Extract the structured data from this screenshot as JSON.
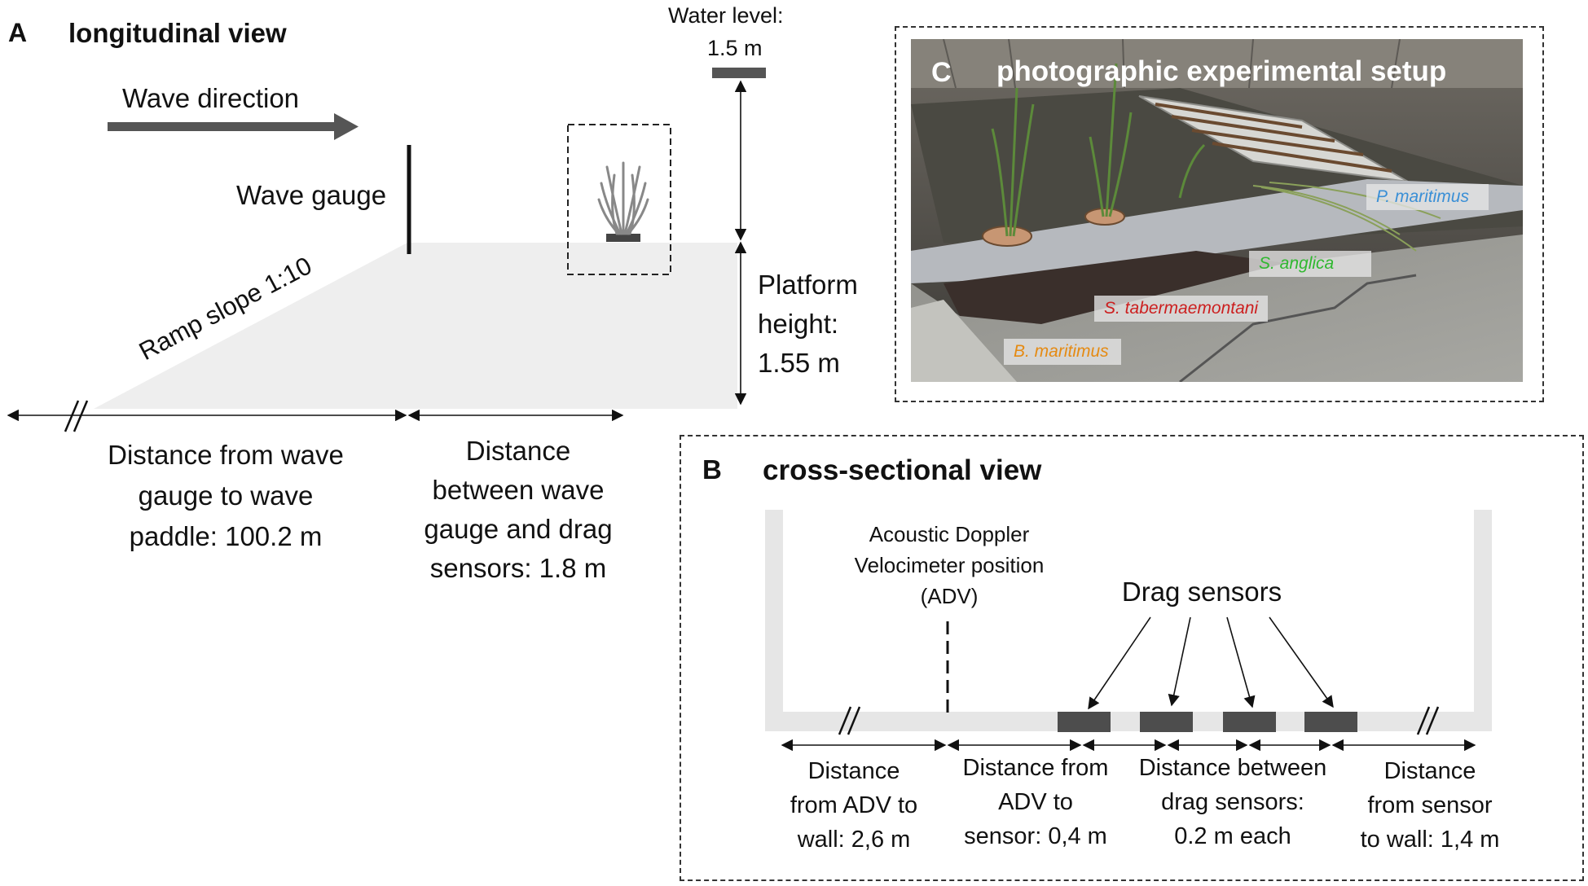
{
  "panel_a": {
    "letter": "A",
    "title": "longitudinal view",
    "wave_direction": "Wave direction",
    "water_level_label": "Water level:",
    "water_level_value": "1.5 m",
    "wave_gauge": "Wave gauge",
    "ramp_slope": "Ramp slope 1:10",
    "platform_height": [
      "Platform",
      "height:",
      "1.55 m"
    ],
    "dist_paddle": [
      "Distance from wave",
      "gauge to  wave",
      "paddle: 100.2 m"
    ],
    "dist_gauge_sensors": [
      "Distance",
      "between wave",
      "gauge and drag",
      "sensors: 1.8 m"
    ]
  },
  "panel_b": {
    "letter": "B",
    "title": "cross-sectional view",
    "adv_label": [
      "Acoustic Doppler",
      "Velocimeter position",
      "(ADV)"
    ],
    "drag_sensors": "Drag sensors",
    "dist_adv_wall": [
      "Distance",
      "from ADV to",
      "wall: 2,6 m"
    ],
    "dist_adv_sensor": [
      "Distance from",
      "ADV to",
      "sensor: 0,4 m"
    ],
    "dist_between": [
      "Distance between",
      "drag sensors:",
      "0.2 m each"
    ],
    "dist_sensor_wall": [
      "Distance",
      "from sensor",
      "to wall: 1,4 m"
    ]
  },
  "panel_c": {
    "letter": "C",
    "title": "photographic experimental setup",
    "species": [
      {
        "name": "P. maritimus",
        "color": "#3a8fd6"
      },
      {
        "name": "S. anglica",
        "color": "#2fb82f"
      },
      {
        "name": "S. tabermaemontani",
        "color": "#cc1f1f"
      },
      {
        "name": "B. maritimus",
        "color": "#e58a12"
      }
    ]
  }
}
